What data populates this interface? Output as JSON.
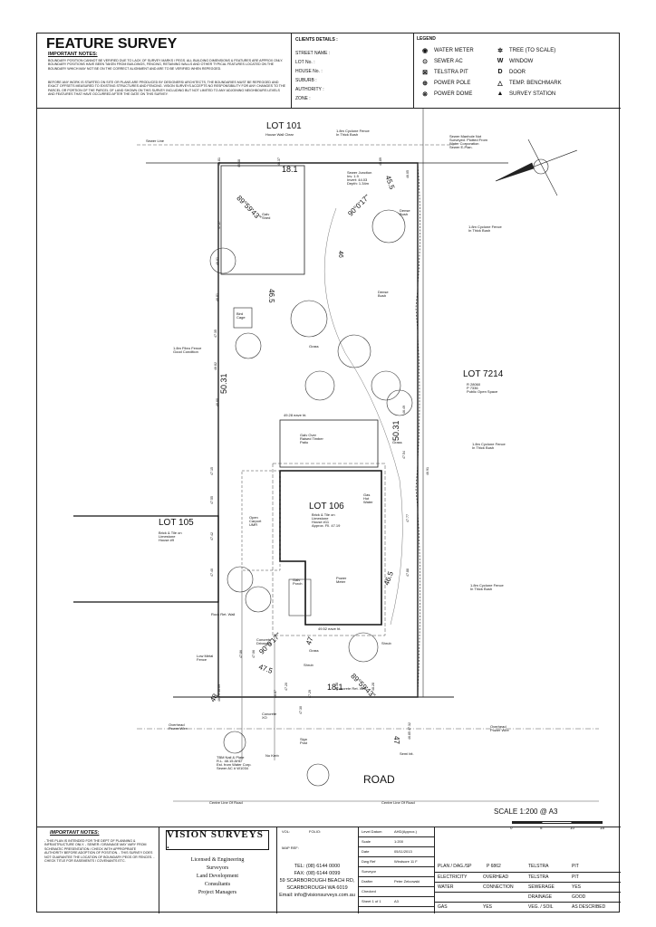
{
  "header": {
    "title": "FEATURE SURVEY",
    "important_notes_heading": "IMPORTANT NOTES:",
    "important_notes_text": "BOUNDARY POSITION CANNOT BE VERIFIED DUE TO LACK OF SURVEY MARKS / PEGS. ALL BUILDING DIMENSIONS & FEATURES ARE APPROX ONLY. BOUNDARY POSITIONS HAVE BEEN TAKEN FROM BUILDINGS, FENCING, RETAINING WALLS AND OTHER TYPICAL FEATURES LOCATED ON THE BOUNDARY WHICH MAY NOT BE ON THE CORRECT ALIGNMENT AND ARE TO BE VERIFIED WHEN REPEGGED.",
    "design_note_text": "BEFORE ANY WORK IS STARTED ON SITE OR PLANS ARE PRODUCED BY DESIGNERS/ ARCHITECTS, THE BOUNDARIES MUST BE REPEGGED AND EXACT OFFSETS MEASURED TO EXISTING STRUCTURES AND FENCING. VISION SURVEYS ACCEPTS NO RESPONSIBILITY FOR ANY CHANGES TO THE PARCEL OR PORTION OF THE PARCEL OF LAND SHOWN ON THIS SURVEY INCLUDING BUT NOT LIMITED TO ANY ADJOINING NEIGHBOURS LEVELS AND FEATURES THAT HAVE OCCURRED AFTER THE DATE ON THIS SURVEY."
  },
  "client": {
    "details_label": "CLIENTS DETAILS :",
    "fields": [
      {
        "label": "STREET NAME :",
        "value": ""
      },
      {
        "label": "LOT No. :",
        "value": ""
      },
      {
        "label": "HOUSE No. :",
        "value": ""
      },
      {
        "label": "SUBURB :",
        "value": ""
      },
      {
        "label": "AUTHORITY :",
        "value": ""
      },
      {
        "label": "ZONE :",
        "value": ""
      }
    ]
  },
  "legend": {
    "title": "LEGEND",
    "left": [
      {
        "symbol": "WM",
        "label": "WATER METER"
      },
      {
        "symbol": "SA",
        "label": "SEWER AC"
      },
      {
        "symbol": "TP",
        "label": "TELSTRA PIT"
      },
      {
        "symbol": "PP",
        "label": "POWER POLE"
      },
      {
        "symbol": "PD",
        "label": "POWER DOME"
      }
    ],
    "right": [
      {
        "symbol": "TR",
        "label": "TREE (TO SCALE)"
      },
      {
        "symbol": "W",
        "label": "WINDOW"
      },
      {
        "symbol": "D",
        "label": "DOOR"
      },
      {
        "symbol": "TB",
        "label": "TEMP. BENCHMARK"
      },
      {
        "symbol": "SS",
        "label": "SURVEY STATION"
      }
    ]
  },
  "plan": {
    "lot101": "LOT 101",
    "lot101_note": "House Wall Clear",
    "cyclone_fence_top": "1.8m Cyclone Fence\nIn Thick Bush",
    "sewer_manhole_note": "Sewer Manhole Not\nSurveyed. Plotted From\nWater Corporation\nSewer E-Plan.",
    "sewer_line": "Sewer Line",
    "sewer_junction": "Sewer Junction\nInv. 1.9\nInvert: 44.03\nDepth: 1.34m",
    "dense_bush_top": "Dense\nBush",
    "dense_bush_mid": "Dense\nBush",
    "galv_shed": "Galv\nShed",
    "bird_cage": "Bird\nCage",
    "grass_a": "Grass",
    "grass_b": "Grass",
    "grass_c": "Grass",
    "fibro_fence": "1.8m Fibro Fence\nGood Condition",
    "lot7214": "LOT 7214",
    "lot7214_sub": "R 28060\nP 7336\nPublic Open Space",
    "cyclone_fence_mid": "1.8m Cyclone Fence\nIn Thick Bush",
    "cyclone_fence_right": "1.8m Cyclone Fence\nIn Thick Bush",
    "cyclone_fence_low": "1.8m Cyclone Fence\nIn Thick Bush",
    "patio": "Galv Over\nRaised Timber\nPatio",
    "patio_eave": "49.28 eave ht.",
    "lot106": "LOT 106",
    "lot106_sub": "Brick & Tile on\nLimestone\nHouse #11\nApprox. Fll. 47.19",
    "gas_hot_water": "Gas\nHot\nWater",
    "open_carport": "Open\nCarport\nUMR",
    "power_meter": "Power\nMeter",
    "galv_porch": "Galv\nPorch",
    "eave_low": "49.52 eave ht.",
    "lot105": "LOT 105",
    "lot105_sub": "Brick & Tile on\nLimestone\nHouse #9",
    "low_metal_fence": "Low Metal\nFence",
    "concrete_driveway": "Concrete\nDriveway",
    "rock_ret_wall": "Rock Ret. Wall",
    "shrub_a": "Shrub",
    "shrub_b": "Shrub",
    "concrete_ret_wall": "Concrete Ret. Wall",
    "concrete_xo": "Concrete\nXO",
    "overhead_left": "Overhead\nPower Wire",
    "overhead_right": "Overhead\nPower Wire",
    "tbm": "TBM Nail & Plate\nR.L. 48.15 AHD\nEst. from Water Corp.\nSewer AC # W1034",
    "no_kerb": "No Kerb",
    "sign_post": "Sign\nPost",
    "semi_bit": "Semi bit.",
    "road": "ROAD",
    "centre_line_left": "Centre Line Of Road",
    "centre_line_right": "Centre Line Of Road",
    "dims": {
      "top_width": "18.1",
      "bottom_width": "18.1",
      "left_side": "50.31",
      "right_side": "50.31",
      "angle_tl": "89°59'43\"",
      "angle_tr": "90°0'17\"",
      "angle_bl": "90°0'17\"",
      "angle_br": "89°59'43\"",
      "d465_a": "46.5",
      "d465_b": "46.5",
      "d46": "46",
      "d455": "45.5",
      "d475": "47.5",
      "d47_a": "47",
      "d47_b": "47",
      "d48": "48"
    },
    "levels": [
      "45.81",
      "46.48",
      "46.37",
      "45.89",
      "46.05",
      "47.27",
      "46.61",
      "46.81",
      "47.35",
      "46.82",
      "46.60",
      "47.15",
      "47.55",
      "47.42",
      "47.40",
      "46.49",
      "47.54",
      "46.91",
      "47.77",
      "47.88",
      "47.86",
      "47.06",
      "47.20",
      "48.38",
      "48.28",
      "46.69",
      "46.79",
      "47.32",
      "46.85",
      "47.30",
      "46.87",
      "47.29"
    ]
  },
  "scale": {
    "label": "SCALE 1:200 @ A3",
    "ticks": [
      "0",
      "5",
      "10",
      "15"
    ]
  },
  "footer": {
    "notes_heading": "IMPORTANT NOTES:",
    "notes": "- THIS PLAN IS INTENDED FOR THE DEPT OF PLANNING & INFRASTRUCTURE ONLY. - SEWER / DRAINAGE MAY VARY FROM SCHEMATIC PRESENTATION / CHECK WITH APPROPRIATE AUTHORITY BEFORE ADOPTION OF POSITION. - THIS SURVEY DOES NOT GUARANTEE THE LOCATION OF BOUNDARY PEGS OR FENCES. - CHECK TITLE FOR EASEMENTS / COVENANTS ETC.",
    "logo": "VISION SURVEYS .",
    "company_lines": [
      "Licensed & Engineering",
      "Surveyors",
      "Land Development",
      "Consultants",
      "Project Managers"
    ],
    "vol_label": "VOL:",
    "vol_value": "",
    "folio_label": "FOLIO:",
    "folio_value": "",
    "map_ref_label": "MAP REF:",
    "map_ref_value": "",
    "contact": [
      "TEL: (08) 6144 0000",
      "FAX: (08) 6144 0099",
      "59 SCARBOROUGH BEACH RD,",
      "SCARBOROUGH WA 6019",
      "Email: info@visionsurveys.com.au"
    ],
    "info": [
      {
        "label": "Level Datum",
        "value": "AHD(Approx.)"
      },
      {
        "label": "Scale",
        "value": "1:200"
      },
      {
        "label": "Date",
        "value": "05/11/2013"
      },
      {
        "label": "Dwg Ref",
        "value": "Windsore 11 F"
      },
      {
        "label": "Surveyor",
        "value": ""
      },
      {
        "label": "Drafter",
        "value": "Peter Zelcowski"
      },
      {
        "label": "Checked",
        "value": ""
      },
      {
        "label": "Sheet 1 of 1",
        "value": "A3"
      }
    ],
    "plan_dag_label": "PLAN / DAG./SP",
    "plan_dag_value": "P 6862",
    "services": [
      [
        "ELECTRICITY",
        "OVERHEAD",
        "TELSTRA",
        "PIT"
      ],
      [
        "WATER",
        "CONNECTION",
        "SEWERAGE",
        "YES"
      ],
      [
        "",
        "",
        "DRAINAGE",
        "GOOD"
      ],
      [
        "GAS",
        "YES",
        "VEG. / SOIL",
        "AS DESCRIBED"
      ]
    ],
    "services_header": [
      "",
      "",
      "TELSTRA",
      "PIT"
    ]
  }
}
